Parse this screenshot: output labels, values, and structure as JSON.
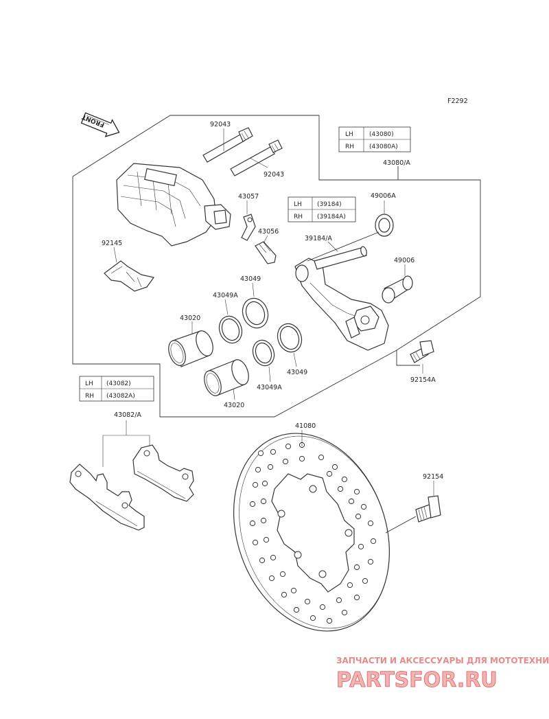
{
  "figure_code": "F2292",
  "front_label": "FRONT",
  "labels": {
    "bolt_92043_a": "92043",
    "bolt_92043_b": "92043",
    "bleeder_cap": "43057",
    "bleeder_valve": "43056",
    "spring_92145": "92145",
    "seal_43049_a": "43049",
    "seal_43049a_a": "43049A",
    "piston_43020_a": "43020",
    "seal_43049_b": "43049",
    "seal_43049a_b": "43049A",
    "piston_43020_b": "43020",
    "caliper_assy": "43080/A",
    "bracket_part": "39184/A",
    "boot_49006a": "49006A",
    "boot_49006": "49006",
    "bolt_92154a": "92154A",
    "pads": "43082/A",
    "disc": "41080",
    "bolt_92154": "92154"
  },
  "tables": {
    "caliper": {
      "rows": [
        {
          "side": "LH",
          "part": "(43080)"
        },
        {
          "side": "RH",
          "part": "(43080A)"
        }
      ]
    },
    "bracket": {
      "rows": [
        {
          "side": "LH",
          "part": "(39184)"
        },
        {
          "side": "RH",
          "part": "(39184A)"
        }
      ]
    },
    "pads": {
      "rows": [
        {
          "side": "LH",
          "part": "(43082)"
        },
        {
          "side": "RH",
          "part": "(43082A)"
        }
      ]
    }
  },
  "watermark": {
    "tagline": "ЗАПЧАСТИ И АКСЕССУАРЫ ДЛЯ МОТОТЕХНИКИ",
    "brand": "PARTSFOR.RU"
  }
}
